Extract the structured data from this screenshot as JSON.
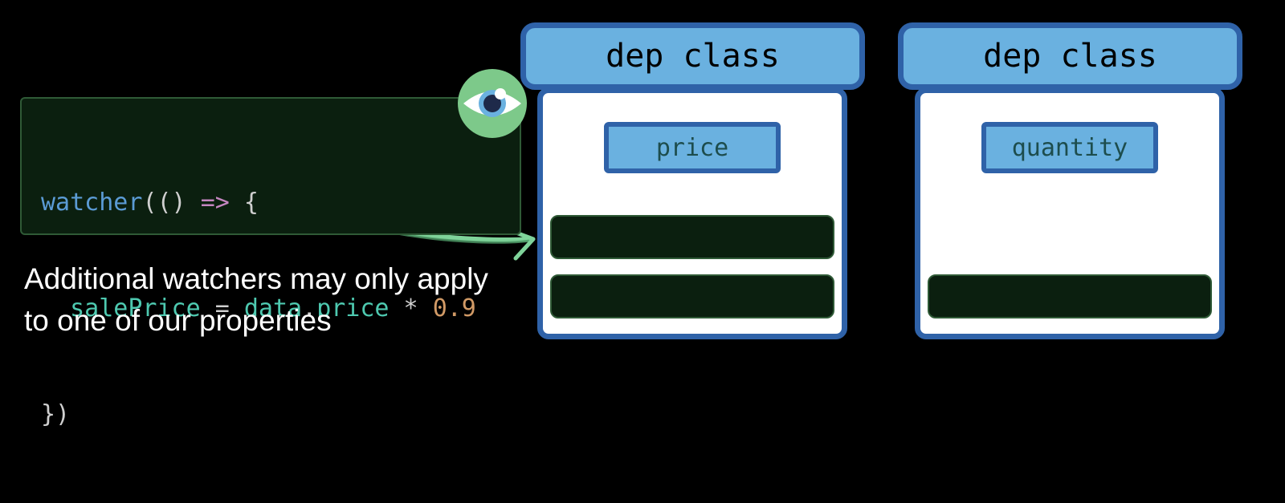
{
  "code": {
    "line1": {
      "fn": "watcher",
      "open": "(() ",
      "arrow": "=>",
      "brace": " {"
    },
    "line2": {
      "indent": "  ",
      "var": "salePrice",
      "eq": " = ",
      "obj": "data",
      "dot": ".",
      "prop": "price",
      "mul": " * ",
      "num": "0.9"
    },
    "line3": {
      "close": "})"
    }
  },
  "caption": {
    "line1": "Additional watchers may only apply",
    "line2": "to one of our properties"
  },
  "deps": [
    {
      "header": "dep class",
      "property": "price",
      "slots": 2
    },
    {
      "header": "dep class",
      "property": "quantity",
      "slots": 1
    }
  ],
  "colors": {
    "background": "#000000",
    "dep_header_fill": "#6ab1e0",
    "dep_border": "#2f62a8",
    "code_panel_fill": "#0b1f0f",
    "eye_badge": "#7dc98a",
    "arrow": "#7fd39a"
  },
  "icons": {
    "watcher_badge": "eye-icon"
  }
}
